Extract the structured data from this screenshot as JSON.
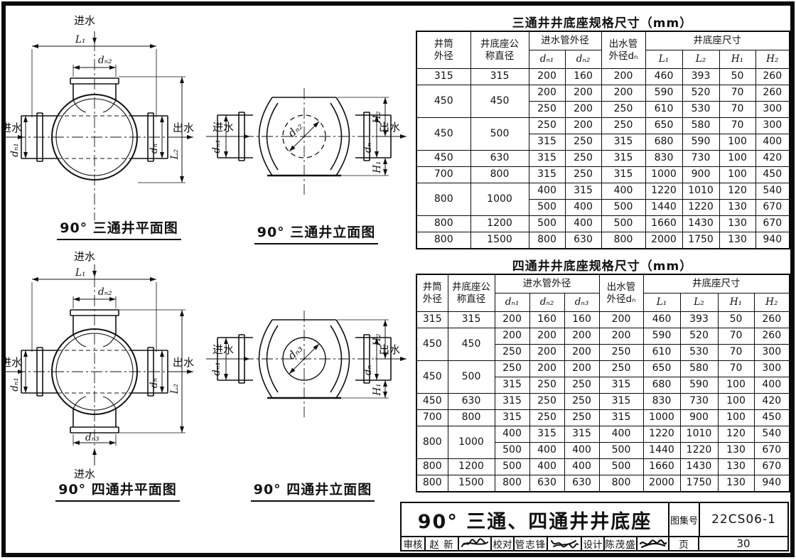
{
  "drawings": {
    "labels": {
      "inflow": "进水",
      "outflow": "出水",
      "L1": "L₁",
      "L2": "L₂",
      "H1": "H₁",
      "H2": "H₂",
      "dn1": "dₙ₁",
      "dn2": "dₙ₂",
      "dn3": "dₙ₃",
      "dn": "dₙ"
    },
    "tee_plan_title": "90° 三通井平面图",
    "tee_elev_title": "90° 三通井立面图",
    "cross_plan_title": "90° 四通井平面图",
    "cross_elev_title": "90° 四通井立面图"
  },
  "tee_table": {
    "title": "三通井井底座规格尺寸（mm）",
    "headers": {
      "well_od": "井筒\n外径",
      "base_nd": "井底座公\n称直径",
      "inlet_od": "进水管外径",
      "outlet_od": "出水管\n外径dₙ",
      "base_dims": "井底座尺寸",
      "dn1": "dₙ₁",
      "dn2": "dₙ₂",
      "L1": "L₁",
      "L2": "L₂",
      "H1": "H₁",
      "H2": "H₂"
    },
    "rows": [
      [
        "315",
        "315",
        "200",
        "160",
        "200",
        "460",
        "393",
        "50",
        "260"
      ],
      [
        {
          "v": "450",
          "rs": 2
        },
        {
          "v": "450",
          "rs": 2
        },
        "200",
        "200",
        "200",
        "590",
        "520",
        "70",
        "260"
      ],
      [
        "250",
        "200",
        "250",
        "610",
        "530",
        "70",
        "300"
      ],
      [
        {
          "v": "450",
          "rs": 2
        },
        {
          "v": "500",
          "rs": 2
        },
        "250",
        "200",
        "250",
        "650",
        "580",
        "70",
        "300"
      ],
      [
        "315",
        "250",
        "315",
        "680",
        "590",
        "100",
        "400"
      ],
      [
        "450",
        "630",
        "315",
        "250",
        "315",
        "830",
        "730",
        "100",
        "420"
      ],
      [
        "700",
        "800",
        "315",
        "250",
        "315",
        "1000",
        "900",
        "100",
        "450"
      ],
      [
        {
          "v": "800",
          "rs": 2
        },
        {
          "v": "1000",
          "rs": 2
        },
        "400",
        "315",
        "400",
        "1220",
        "1010",
        "120",
        "540"
      ],
      [
        "500",
        "400",
        "500",
        "1440",
        "1220",
        "130",
        "670"
      ],
      [
        "800",
        "1200",
        "500",
        "400",
        "500",
        "1660",
        "1430",
        "130",
        "670"
      ],
      [
        "800",
        "1500",
        "800",
        "630",
        "800",
        "2000",
        "1750",
        "130",
        "940"
      ]
    ]
  },
  "cross_table": {
    "title": "四通井井底座规格尺寸（mm）",
    "headers": {
      "well_od": "井筒\n外径",
      "base_nd": "井底座公\n称直径",
      "inlet_od": "进水管外径",
      "outlet_od": "出水管\n外径dₙ",
      "base_dims": "井底座尺寸",
      "dn1": "dₙ₁",
      "dn2": "dₙ₂",
      "dn3": "dₙ₃",
      "L1": "L₁",
      "L2": "L₂",
      "H1": "H₁",
      "H2": "H₂"
    },
    "rows": [
      [
        "315",
        "315",
        "200",
        "160",
        "160",
        "200",
        "460",
        "393",
        "50",
        "260"
      ],
      [
        {
          "v": "450",
          "rs": 2
        },
        {
          "v": "450",
          "rs": 2
        },
        "200",
        "200",
        "200",
        "200",
        "590",
        "520",
        "70",
        "260"
      ],
      [
        "250",
        "200",
        "200",
        "250",
        "610",
        "530",
        "70",
        "300"
      ],
      [
        {
          "v": "450",
          "rs": 2
        },
        {
          "v": "500",
          "rs": 2
        },
        "250",
        "200",
        "200",
        "250",
        "650",
        "580",
        "70",
        "300"
      ],
      [
        "315",
        "250",
        "250",
        "315",
        "680",
        "590",
        "100",
        "400"
      ],
      [
        "450",
        "630",
        "315",
        "250",
        "250",
        "315",
        "830",
        "730",
        "100",
        "420"
      ],
      [
        "700",
        "800",
        "315",
        "250",
        "250",
        "315",
        "1000",
        "900",
        "100",
        "450"
      ],
      [
        {
          "v": "800",
          "rs": 2
        },
        {
          "v": "1000",
          "rs": 2
        },
        "400",
        "315",
        "315",
        "400",
        "1220",
        "1010",
        "120",
        "540"
      ],
      [
        "500",
        "400",
        "400",
        "500",
        "1440",
        "1220",
        "130",
        "670"
      ],
      [
        "800",
        "1200",
        "500",
        "400",
        "400",
        "500",
        "1660",
        "1430",
        "130",
        "670"
      ],
      [
        "800",
        "1500",
        "800",
        "630",
        "630",
        "800",
        "2000",
        "1750",
        "130",
        "940"
      ]
    ]
  },
  "titleblock": {
    "main_title": "90° 三通、四通井井底座",
    "atlas_label": "图集号",
    "atlas_no": "22CS06-1",
    "page_label": "页",
    "page_no": "30",
    "reviewer_label": "审核",
    "reviewer_name": "赵 新",
    "checker_label": "校对",
    "checker_name": "管志锋",
    "designer_label": "设计",
    "designer_name": "陈茂盛"
  }
}
